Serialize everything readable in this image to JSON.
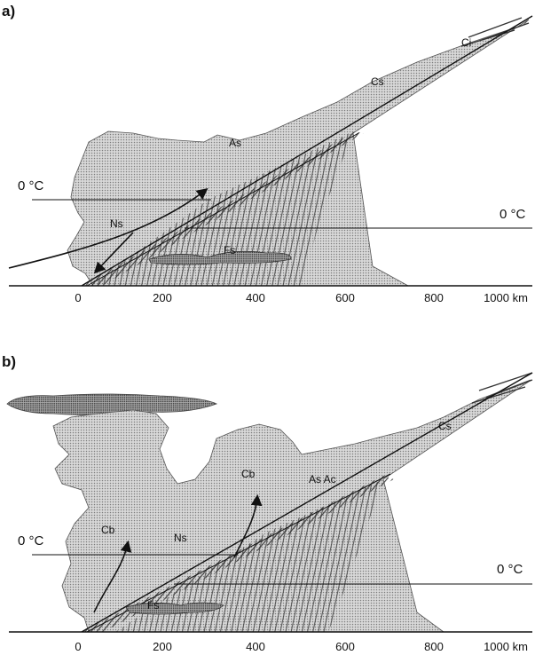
{
  "panels": [
    {
      "label": "a)",
      "freezing_level_warm": "0 °C",
      "freezing_level_cold": "0 °C",
      "cloud_labels": [
        "Ci",
        "Cs",
        "As",
        "Ns",
        "Fs"
      ],
      "distance_ticks": [
        "0",
        "200",
        "400",
        "600",
        "800",
        "1000 km"
      ]
    },
    {
      "label": "b)",
      "freezing_level_warm": "0 °C",
      "freezing_level_cold": "0 °C",
      "cloud_labels": [
        "Cs",
        "Cb",
        "As Ac",
        "Cb",
        "Ns",
        "Fs"
      ],
      "distance_ticks": [
        "0",
        "200",
        "400",
        "600",
        "800",
        "1000 km"
      ]
    }
  ],
  "colors": {
    "cloud_fill": "#c9c9c9",
    "cloud_dark": "#9a9a9a",
    "rain": "#444444",
    "line": "#111111"
  }
}
